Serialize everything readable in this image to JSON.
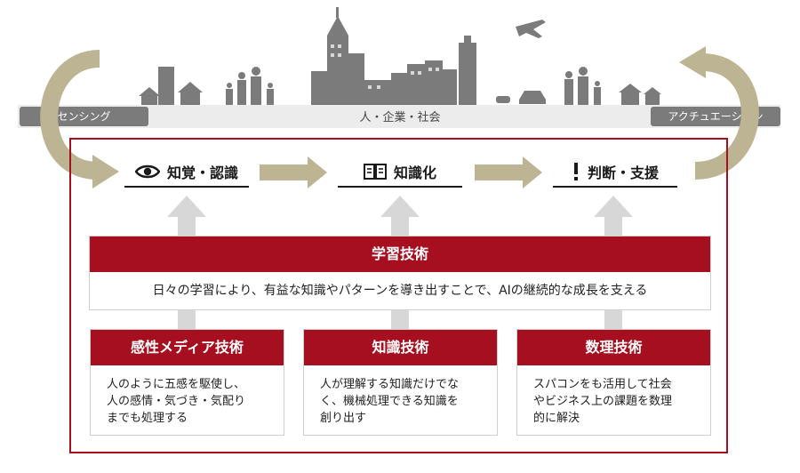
{
  "band": {
    "left_label": "センシング",
    "center_label": "人・企業・社会",
    "right_label": "アクチュエーション"
  },
  "stages": [
    {
      "label": "知覚・認識",
      "icon": "eye-icon"
    },
    {
      "label": "知識化",
      "icon": "book-icon"
    },
    {
      "label": "判断・支援",
      "icon": "exclamation-icon"
    }
  ],
  "learning": {
    "title": "学習技術",
    "description": "日々の学習により、有益な知識やパターンを導き出すことで、AIの継続的な成長を支える"
  },
  "technologies": [
    {
      "title": "感性メディア技術",
      "lines": [
        "人のように五感を駆使し、",
        "人の感情・気づき・気配り",
        "までも処理する"
      ]
    },
    {
      "title": "知識技術",
      "lines": [
        "人が理解する知識だけでな",
        "く、機械処理できる知識を",
        "創り出す"
      ]
    },
    {
      "title": "数理技術",
      "lines": [
        "スパコンをも活用して社会",
        "やビジネス上の課題を数理",
        "的に解決"
      ]
    }
  ],
  "colors": {
    "accent_red": "#a50f1f",
    "arrow_khaki": "#bdb494",
    "arrow_gray": "#d7d7d7",
    "skyline_gray": "#7b7b7b"
  }
}
